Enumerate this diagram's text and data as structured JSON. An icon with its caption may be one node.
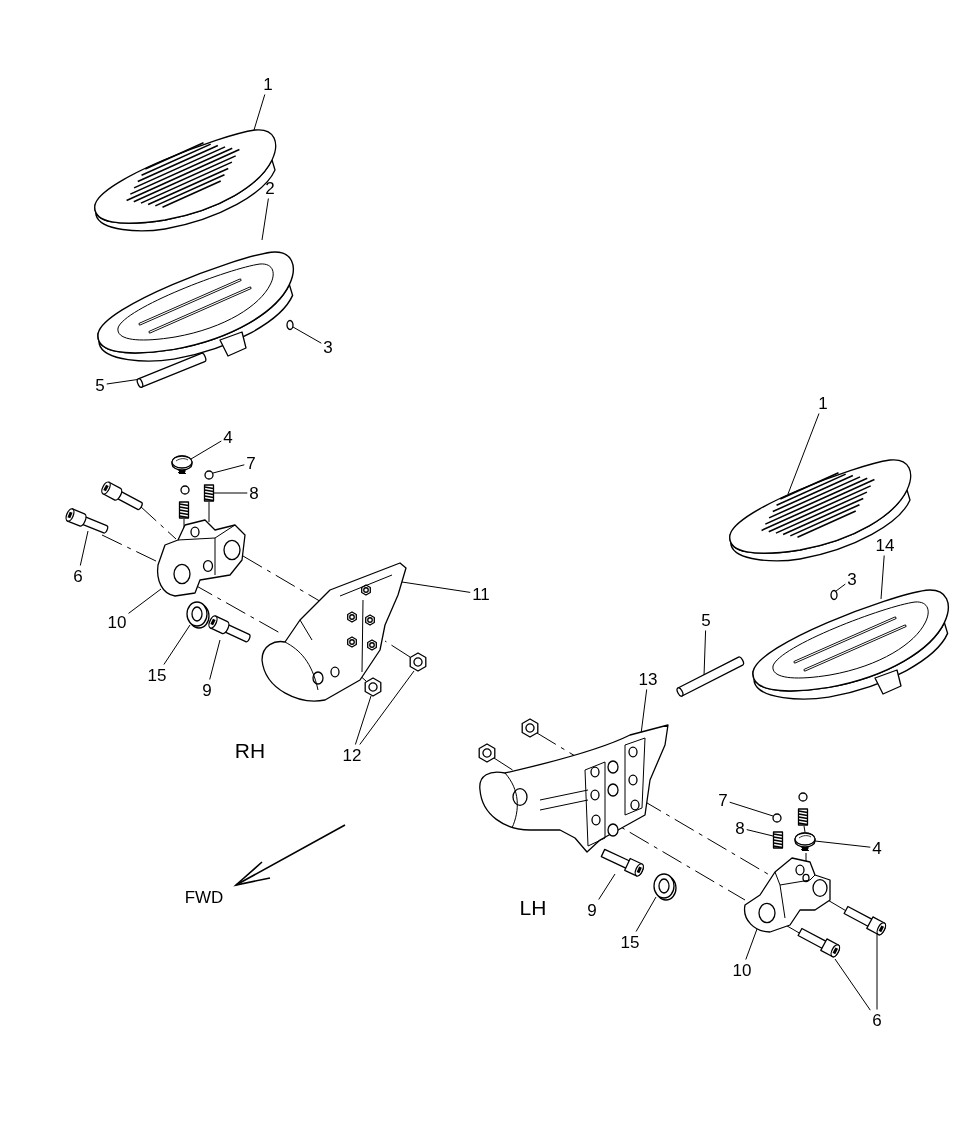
{
  "diagram": {
    "nodes": [
      {
        "text": [
          "1"
        ]
      },
      {
        "text": [],
        "shape": "picture"
      },
      {
        "text": [
          "2"
        ]
      },
      {
        "text": [],
        "shape": "picture"
      },
      {
        "text": [
          "3"
        ]
      },
      {
        "text": [],
        "shape": "circle"
      },
      {
        "text": [
          "5"
        ]
      },
      {
        "text": [],
        "shape": "picture"
      },
      {
        "text": [
          "4"
        ]
      },
      {
        "text": [],
        "shape": "picture"
      },
      {
        "text": [
          "7"
        ]
      },
      {
        "text": [],
        "shape": "circle"
      },
      {
        "text": [
          "8"
        ]
      },
      {
        "text": [],
        "shape": "picture"
      },
      {
        "text": [
          "6"
        ]
      },
      {
        "text": [],
        "shape": "picture"
      },
      {
        "text": [
          "10"
        ]
      },
      {
        "text": [],
        "shape": "picture"
      },
      {
        "text": [
          "11"
        ]
      },
      {
        "text": [],
        "shape": "picture"
      },
      {
        "text": [
          "15"
        ]
      },
      {
        "text": [],
        "shape": "picture"
      },
      {
        "text": [
          "9"
        ]
      },
      {
        "text": [],
        "shape": "picture"
      },
      {
        "text": [
          "12"
        ]
      },
      {
        "text": [],
        "shape": "picture"
      },
      {
        "text": [],
        "shape": "picture"
      },
      {
        "text": [
          "1"
        ]
      },
      {
        "text": [],
        "shape": "picture"
      },
      {
        "text": [
          "14"
        ]
      },
      {
        "text": [],
        "shape": "picture"
      },
      {
        "text": [
          "3"
        ]
      },
      {
        "text": [],
        "shape": "circle"
      },
      {
        "text": [
          "5"
        ]
      },
      {
        "text": [],
        "shape": "picture"
      },
      {
        "text": [
          "13"
        ]
      },
      {
        "text": [],
        "shape": "picture"
      },
      {
        "text": [
          "7"
        ]
      },
      {
        "text": [],
        "shape": "circle"
      },
      {
        "text": [
          "8"
        ]
      },
      {
        "text": [],
        "shape": "picture"
      },
      {
        "text": [
          "4"
        ]
      },
      {
        "text": [],
        "shape": "picture"
      },
      {
        "text": [
          "9"
        ]
      },
      {
        "text": [],
        "shape": "picture"
      },
      {
        "text": [
          "15"
        ]
      },
      {
        "text": [],
        "shape": "picture"
      },
      {
        "text": [
          "10"
        ]
      },
      {
        "text": [],
        "shape": "picture"
      },
      {
        "text": [
          "6"
        ]
      },
      {
        "text": [],
        "shape": "picture"
      },
      {
        "text": [],
        "shape": "picture"
      },
      {
        "text": [],
        "shape": "picture"
      },
      {
        "text": [],
        "shape": "circle"
      },
      {
        "text": [],
        "shape": "picture"
      },
      {
        "text": [],
        "shape": "picture"
      },
      {
        "text": [],
        "shape": "picture"
      },
      {
        "text": [],
        "shape": "circle"
      },
      {
        "text": [],
        "shape": "picture"
      }
    ],
    "edges": [
      {
        "from": 0,
        "to": 1,
        "arrow": "none"
      },
      {
        "from": 2,
        "to": 3,
        "arrow": "none"
      },
      {
        "from": 4,
        "to": 5,
        "arrow": "none"
      },
      {
        "from": 6,
        "to": 7,
        "arrow": "none"
      },
      {
        "from": 8,
        "to": 9,
        "arrow": "none"
      },
      {
        "from": 10,
        "to": 11,
        "arrow": "none"
      },
      {
        "from": 12,
        "to": 13,
        "arrow": "none"
      },
      {
        "from": 14,
        "to": 15,
        "arrow": "none"
      },
      {
        "from": 16,
        "to": 17,
        "arrow": "none"
      },
      {
        "from": 18,
        "to": 19,
        "arrow": "none"
      },
      {
        "from": 20,
        "to": 21,
        "arrow": "none"
      },
      {
        "from": 22,
        "to": 23,
        "arrow": "none"
      },
      {
        "from": 24,
        "to": 25,
        "arrow": "none"
      },
      {
        "from": 24,
        "to": 26,
        "arrow": "none"
      },
      {
        "from": 27,
        "to": 28,
        "arrow": "none"
      },
      {
        "from": 29,
        "to": 30,
        "arrow": "none"
      },
      {
        "from": 31,
        "to": 32,
        "arrow": "none"
      },
      {
        "from": 33,
        "to": 34,
        "arrow": "none"
      },
      {
        "from": 35,
        "to": 36,
        "arrow": "none"
      },
      {
        "from": 37,
        "to": 38,
        "arrow": "none"
      },
      {
        "from": 39,
        "to": 40,
        "arrow": "none"
      },
      {
        "from": 41,
        "to": 42,
        "arrow": "none"
      },
      {
        "from": 43,
        "to": 44,
        "arrow": "none"
      },
      {
        "from": 45,
        "to": 46,
        "arrow": "none"
      },
      {
        "from": 47,
        "to": 48,
        "arrow": "none"
      },
      {
        "from": 49,
        "to": 50,
        "arrow": "none"
      },
      {
        "from": 49,
        "to": 51,
        "arrow": "none"
      },
      {
        "from": 52,
        "to": 17,
        "arrow": "none",
        "style": "dashed"
      },
      {
        "from": 15,
        "to": 17,
        "arrow": "none",
        "style": "dashed"
      },
      {
        "from": 17,
        "to": 19,
        "arrow": "none",
        "style": "dashed"
      },
      {
        "from": 17,
        "to": 19,
        "arrow": "none",
        "style": "dashed"
      },
      {
        "from": 54,
        "to": 17,
        "arrow": "none",
        "style": "dashed"
      },
      {
        "from": 13,
        "to": 17,
        "arrow": "none",
        "style": "dashed"
      },
      {
        "from": 25,
        "to": 19,
        "arrow": "none",
        "style": "dashed"
      },
      {
        "from": 26,
        "to": 19,
        "arrow": "none",
        "style": "dashed"
      },
      {
        "from": 55,
        "to": 36,
        "arrow": "none",
        "style": "dashed"
      },
      {
        "from": 56,
        "to": 36,
        "arrow": "none",
        "style": "dashed"
      },
      {
        "from": 36,
        "to": 48,
        "arrow": "none",
        "style": "dashed"
      },
      {
        "from": 36,
        "to": 48,
        "arrow": "none",
        "style": "dashed"
      },
      {
        "from": 50,
        "to": 48,
        "arrow": "none",
        "style": "dashed"
      },
      {
        "from": 51,
        "to": 48,
        "arrow": "none",
        "style": "dashed"
      },
      {
        "from": 42,
        "to": 48,
        "arrow": "none",
        "style": "dashed"
      },
      {
        "from": 58,
        "to": 42,
        "arrow": "none",
        "style": "dashed"
      }
    ],
    "labels": [
      "RH",
      "FWD",
      "LH"
    ]
  }
}
